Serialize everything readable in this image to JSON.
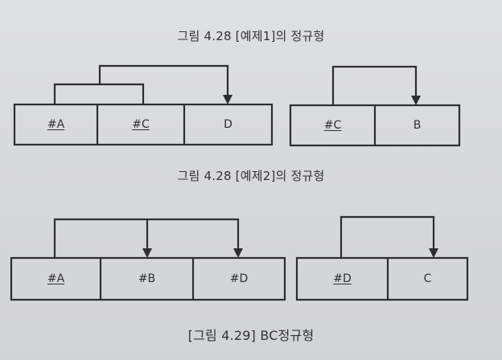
{
  "captions": {
    "fig1": "그림 4.28 [예제1]의 정규형",
    "fig2": "그림 4.28 [예제2]의 정규형",
    "fig3": "[그림 4.29] BC정규형"
  },
  "example1": {
    "table1": [
      {
        "label": "#A",
        "key": true
      },
      {
        "label": "#C",
        "key": true
      },
      {
        "label": "D",
        "key": false
      }
    ],
    "table2": [
      {
        "label": "#C",
        "key": true
      },
      {
        "label": "B",
        "key": false
      }
    ]
  },
  "example2": {
    "table1": [
      {
        "label": "#A",
        "key": true
      },
      {
        "label": "#B",
        "key": false
      },
      {
        "label": "#D",
        "key": false
      }
    ],
    "table2": [
      {
        "label": "#D",
        "key": true
      },
      {
        "label": "C",
        "key": false
      }
    ]
  }
}
